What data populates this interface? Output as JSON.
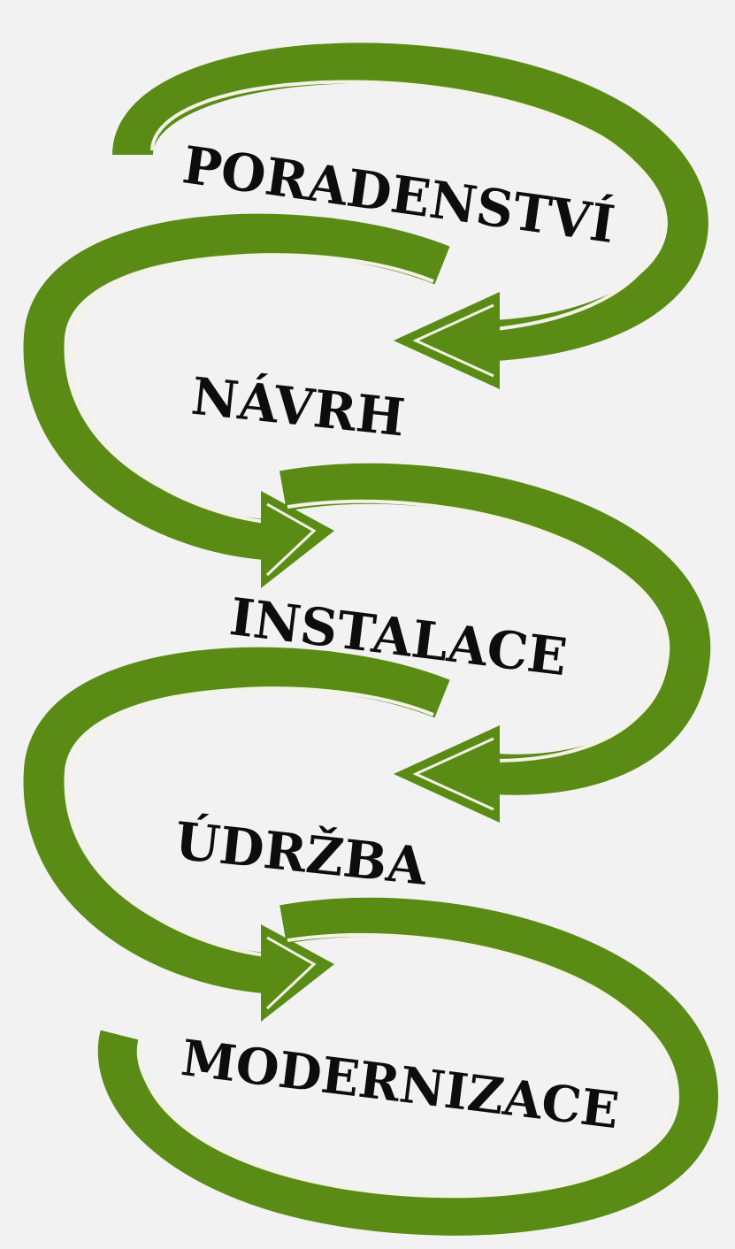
{
  "diagram": {
    "type": "spiral-process",
    "colors": {
      "background": "#f2f2f2",
      "arrow": "#5a8c15",
      "arrow_highlight": "#f4f2e6",
      "text": "#0d0d0d"
    },
    "stages": [
      {
        "label": "PORADENSTVÍ"
      },
      {
        "label": "NÁVRH"
      },
      {
        "label": "INSTALACE"
      },
      {
        "label": "ÚDRŽBA"
      },
      {
        "label": "MODERNIZACE"
      }
    ]
  }
}
